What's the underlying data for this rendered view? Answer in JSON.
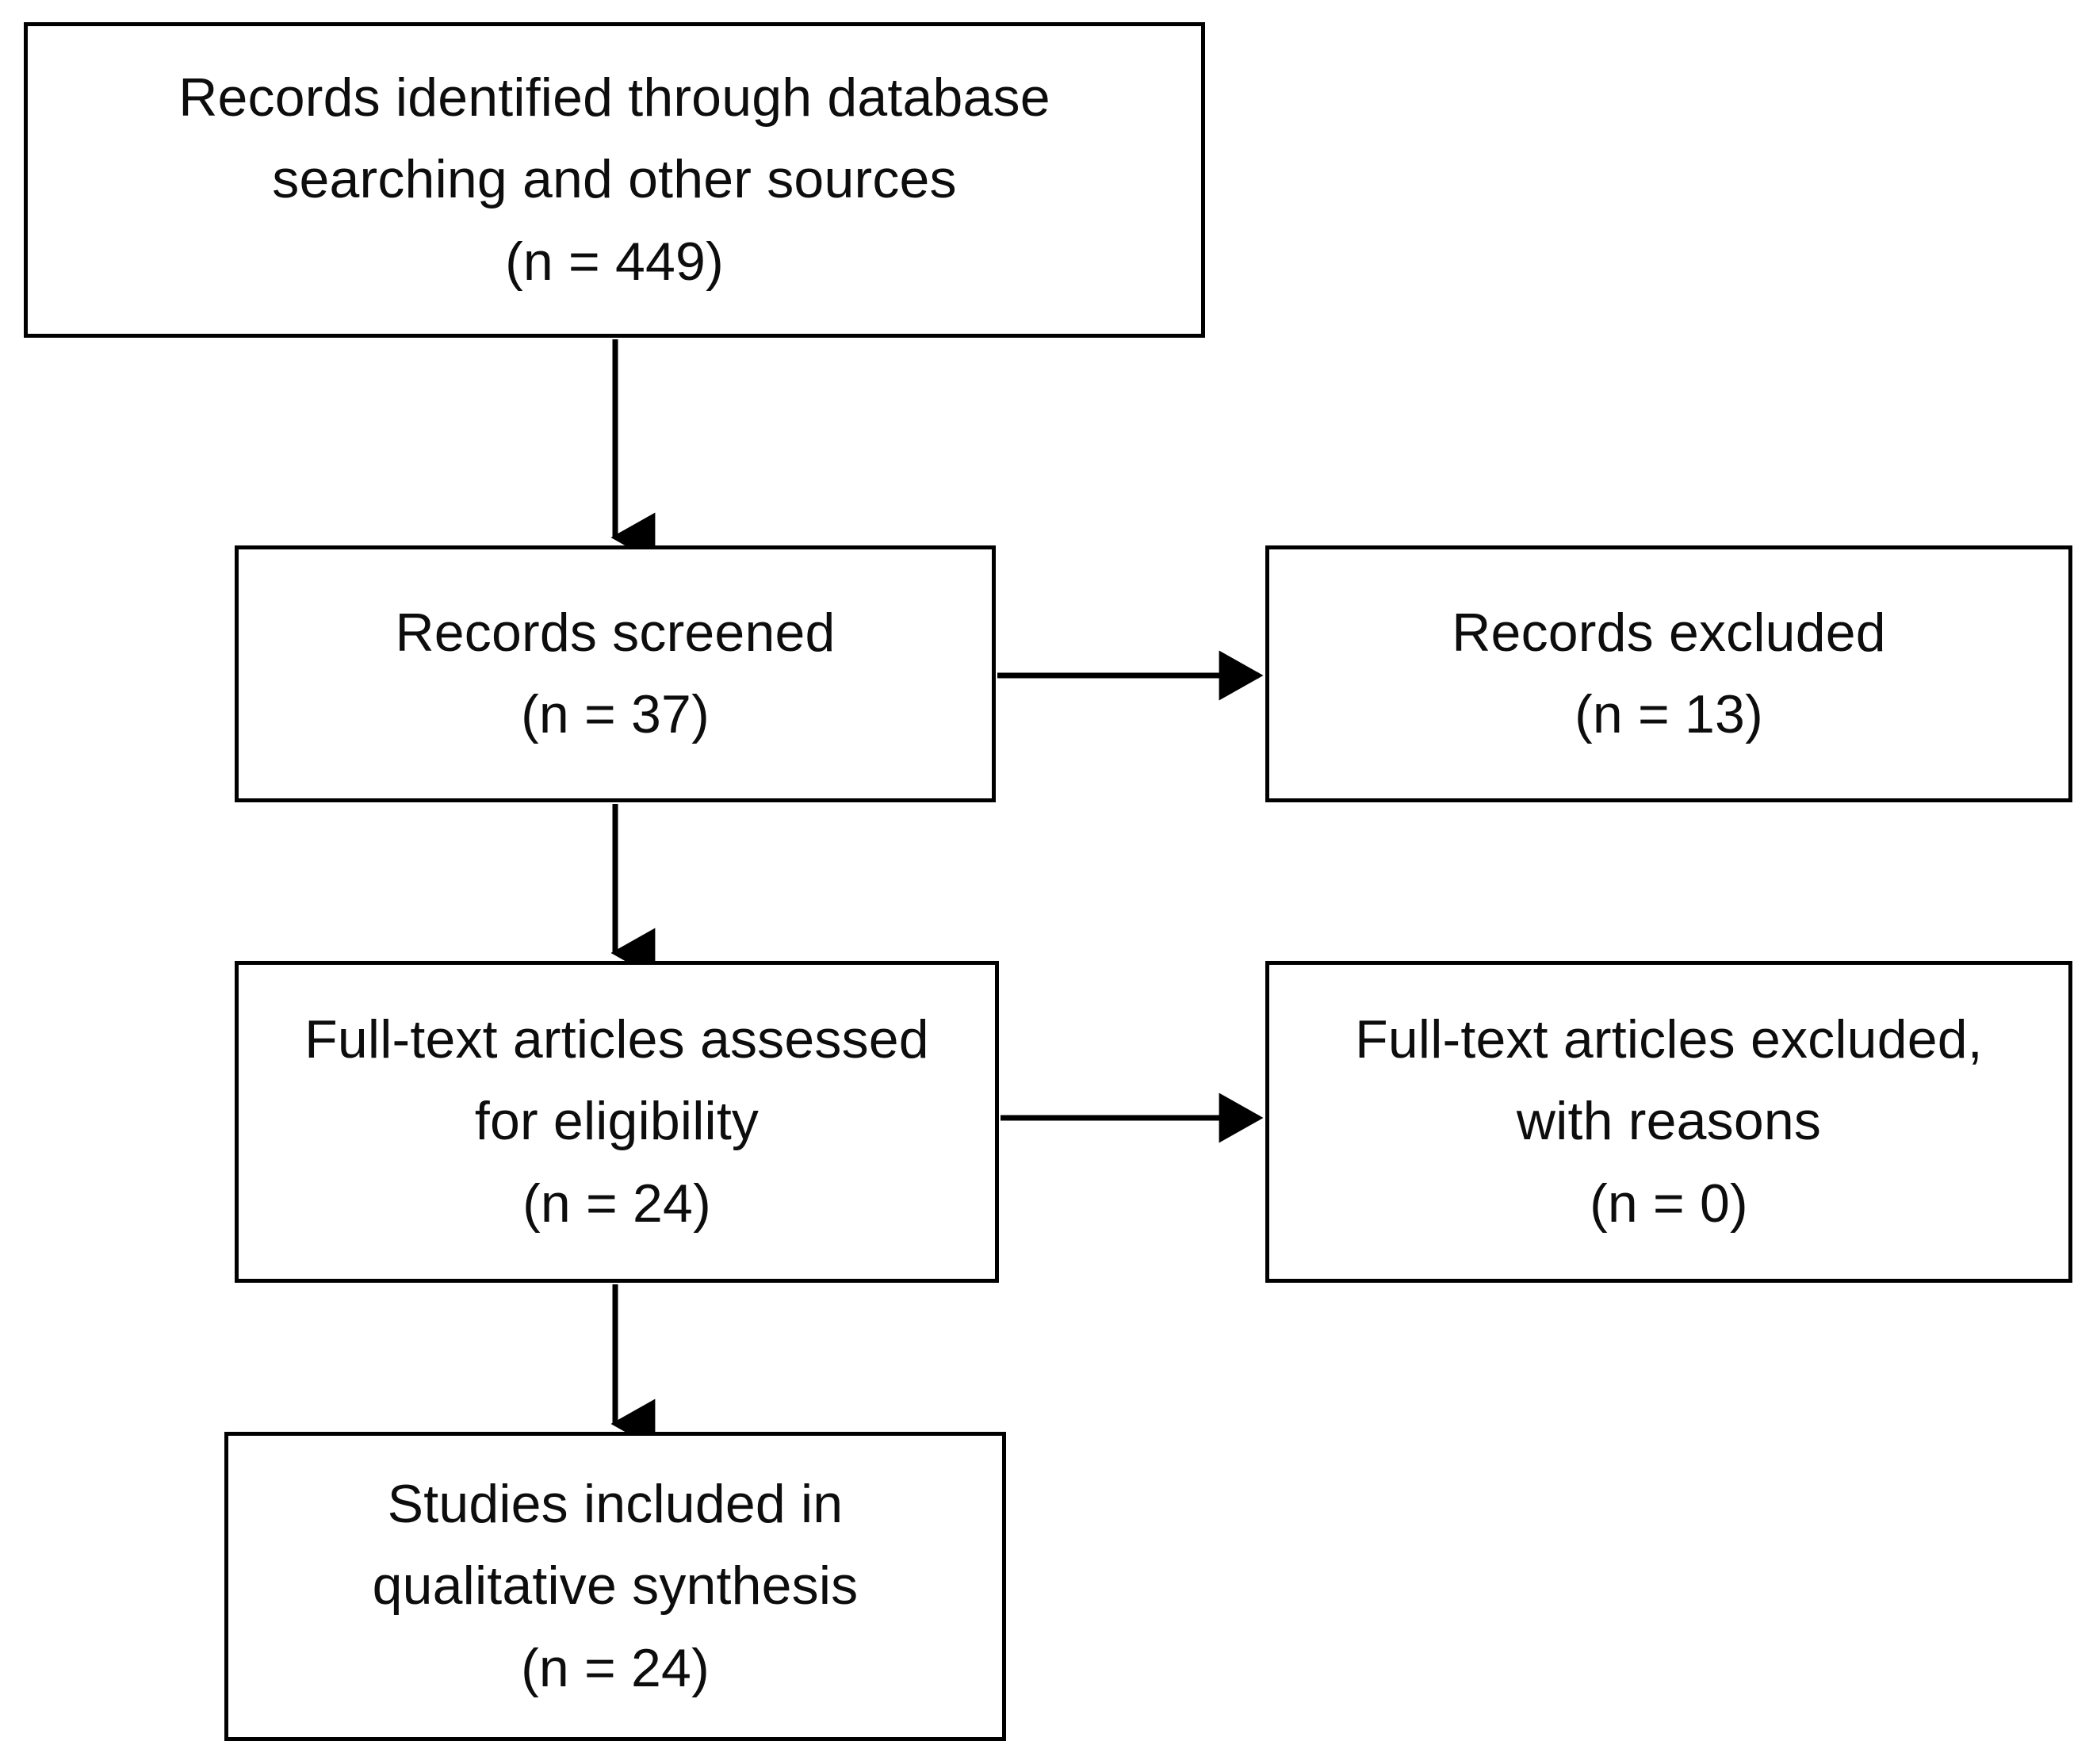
{
  "diagram": {
    "type": "prisma-flow-diagram",
    "orientation": "top-to-bottom",
    "background_color": "#ffffff",
    "line_color": "#000000",
    "text_color": "#0d0d0d"
  },
  "boxes": {
    "identified": {
      "id": "records-identified",
      "lines": [
        "Records identified through database",
        "searching and other sources",
        "(n = 449)"
      ],
      "count": 449
    },
    "screened": {
      "id": "records-screened",
      "lines": [
        "Records screened",
        "(n = 37)"
      ],
      "count": 37
    },
    "records_excluded": {
      "id": "records-excluded",
      "lines": [
        "Records excluded",
        "(n = 13)"
      ],
      "count": 13
    },
    "fulltext_assessed": {
      "id": "full-text-articles-assessed",
      "lines": [
        "Full-text articles assessed",
        "for eligibility",
        "(n = 24)"
      ],
      "count": 24
    },
    "fulltext_excluded": {
      "id": "full-text-articles-excluded",
      "lines": [
        "Full-text articles excluded,",
        "with reasons",
        "(n = 0)"
      ],
      "count": 0
    },
    "included": {
      "id": "studies-included",
      "lines": [
        "Studies included in",
        "qualitative synthesis",
        "(n = 24)"
      ],
      "count": 24
    }
  },
  "connectors": [
    {
      "id": "identified-to-screened",
      "from": "identified",
      "to": "screened",
      "direction": "down"
    },
    {
      "id": "screened-to-records-excluded",
      "from": "screened",
      "to": "records_excluded",
      "direction": "right"
    },
    {
      "id": "screened-to-fulltext",
      "from": "screened",
      "to": "fulltext_assessed",
      "direction": "down"
    },
    {
      "id": "fulltext-to-fulltext-excluded",
      "from": "fulltext_assessed",
      "to": "fulltext_excluded",
      "direction": "right"
    },
    {
      "id": "fulltext-to-included",
      "from": "fulltext_assessed",
      "to": "included",
      "direction": "down"
    }
  ]
}
